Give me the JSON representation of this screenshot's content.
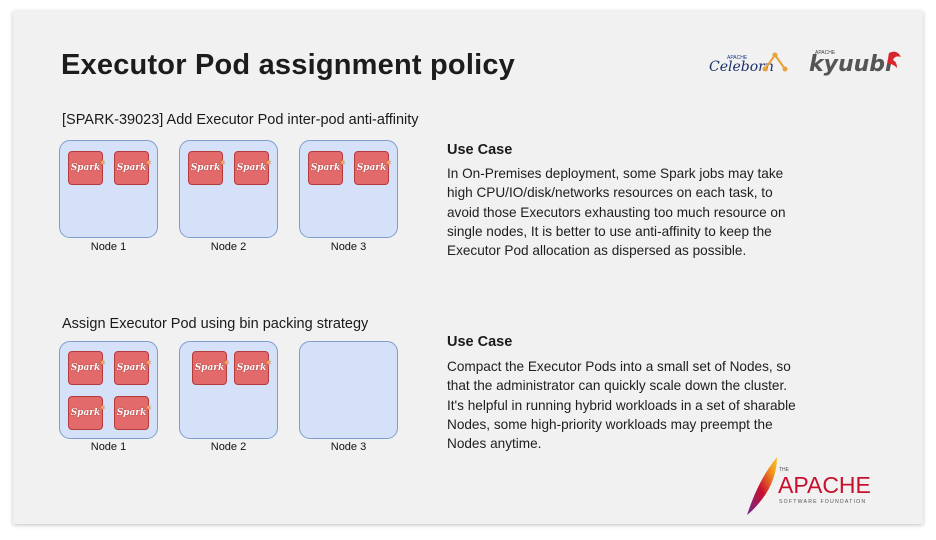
{
  "slide": {
    "title": "Executor Pod assignment policy",
    "logos": {
      "celeborn_small": "APACHE",
      "celeborn": "Celeborn",
      "kyuubi_small": "APACHE",
      "kyuubi": "kyuubi"
    }
  },
  "pod_label": "Spark",
  "section_anti_affinity": {
    "caption": "[SPARK-39023] Add Executor Pod inter-pod anti-affinity",
    "nodes": [
      {
        "label": "Node 1",
        "pods": 2
      },
      {
        "label": "Node 2",
        "pods": 2
      },
      {
        "label": "Node 3",
        "pods": 2
      }
    ],
    "use_case_title": "Use Case",
    "use_case_lines": [
      "In On-Premises deployment, some Spark jobs may take",
      "high CPU/IO/disk/networks resources on each task, to",
      "avoid those Executors exhausting too much resource on",
      "single nodes, It is better to use anti-affinity to keep the",
      "Executor Pod allocation as dispersed as possible."
    ]
  },
  "section_bin_packing": {
    "caption": "Assign Executor Pod using bin packing strategy",
    "nodes": [
      {
        "label": "Node 1",
        "pods": 4
      },
      {
        "label": "Node 2",
        "pods": 2
      },
      {
        "label": "Node 3",
        "pods": 0
      }
    ],
    "use_case_title": "Use Case",
    "use_case_lines": [
      "Compact the Executor Pods into a small set of Nodes, so",
      "that the administrator can quickly scale down the cluster.",
      "It's helpful in running hybrid workloads in a set of sharable",
      "Nodes, some high-priority workloads may preempt the",
      "Nodes anytime."
    ]
  },
  "footer_logo": {
    "the": "THE",
    "apache": "APACHE",
    "tagline": "SOFTWARE FOUNDATION"
  },
  "colors": {
    "node_fill": "#d4e1f9",
    "node_border": "#7f9ccc",
    "pod_fill": "#e36a6a",
    "pod_border": "#b53b3b",
    "kyuubi_red": "#d9262c",
    "apache_red": "#c8102e"
  }
}
